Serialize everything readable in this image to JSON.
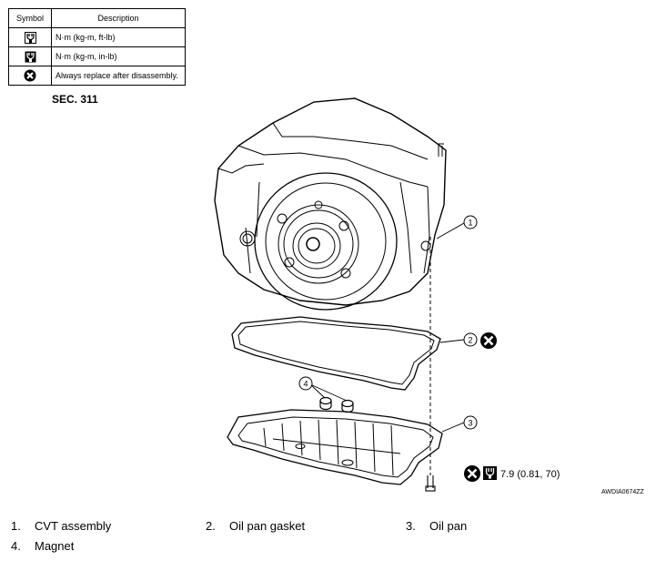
{
  "legend": {
    "header_symbol": "Symbol",
    "header_description": "Description",
    "rows": [
      {
        "icon": "torque-wrench-icon",
        "description": "N·m (kg-m, ft-lb)"
      },
      {
        "icon": "torque-wrench-inlb-icon",
        "description": "N·m (kg-m, in-lb)"
      },
      {
        "icon": "replace-x-icon",
        "description": "Always replace after disassembly."
      }
    ]
  },
  "section": "SEC. 311",
  "callouts": [
    "1",
    "2",
    "3",
    "4"
  ],
  "torque_spec": "7.9 (0.81, 70)",
  "figure_code": "AWDIA0674ZZ",
  "parts": [
    {
      "num": "1.",
      "name": "CVT assembly"
    },
    {
      "num": "2.",
      "name": "Oil pan gasket"
    },
    {
      "num": "3.",
      "name": "Oil pan"
    },
    {
      "num": "4.",
      "name": "Magnet"
    }
  ]
}
